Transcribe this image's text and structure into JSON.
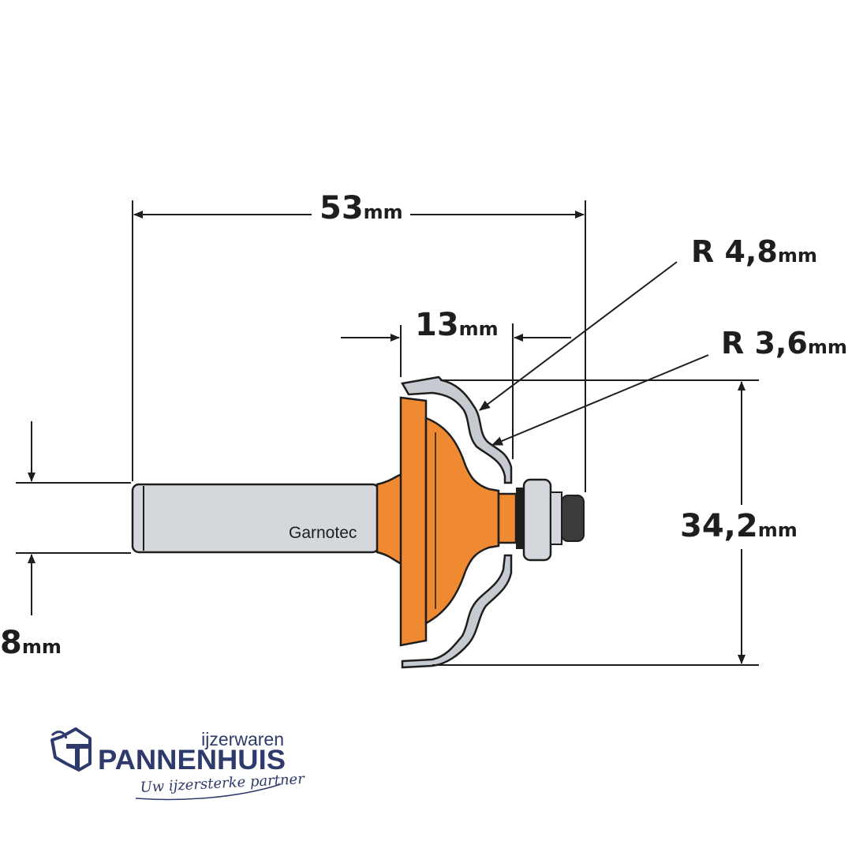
{
  "dimensions": {
    "overall_length": {
      "value": "53",
      "unit": "mm"
    },
    "radius_1": {
      "value": "R 4,8",
      "unit": "mm"
    },
    "radius_2": {
      "value": "R 3,6",
      "unit": "mm"
    },
    "cutting_depth": {
      "value": "13",
      "unit": "mm"
    },
    "cutting_height": {
      "value": "34,2",
      "unit": "mm"
    },
    "shank_diameter": {
      "value": "8",
      "unit": "mm"
    }
  },
  "tool_marking": "Garnotec",
  "logo": {
    "tagline_top": "ijzerwaren",
    "brand_name": "PANNENHUIS",
    "slogan": "Uw ijzersterke partner"
  },
  "colors": {
    "cutter_orange": "#f08a32",
    "shank_grey": "#d4d8dd",
    "profile_grey": "#c6cbd1",
    "line_dark": "#1e1e1e",
    "brand_navy": "#2e3a6b"
  }
}
